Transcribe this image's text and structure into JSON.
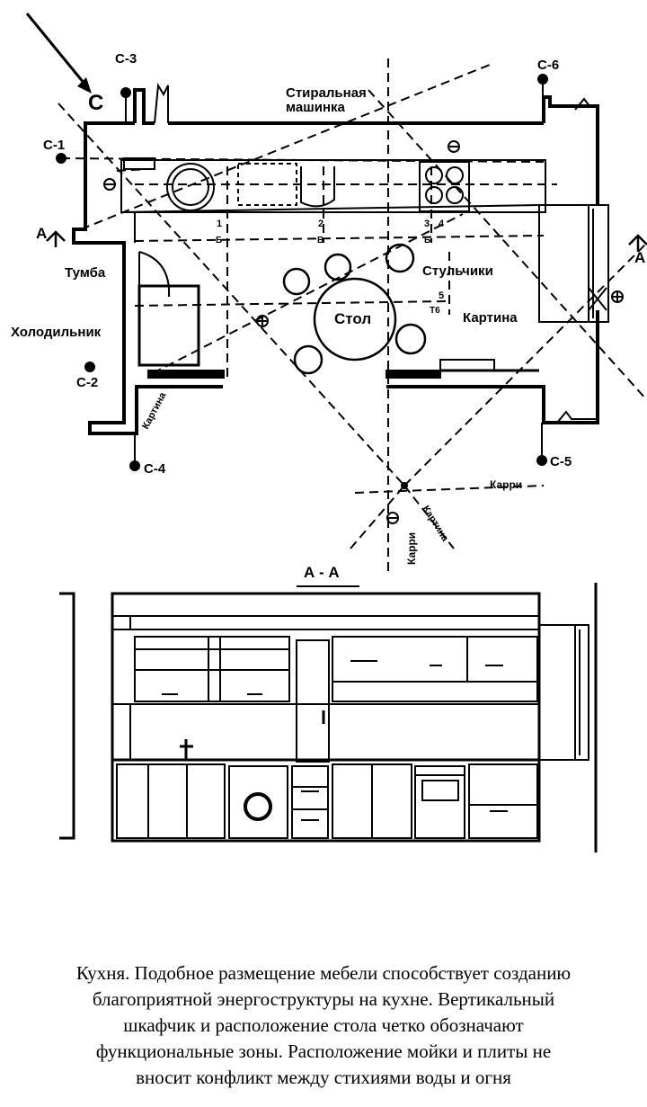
{
  "plan": {
    "north_label": "С",
    "markers": {
      "c1": "С-1",
      "c2": "С-2",
      "c3": "С-3",
      "c4": "С-4",
      "c5": "С-5",
      "c6": "С-6"
    },
    "section_marker": "А",
    "labels": {
      "washing_machine_line1": "Стиральная",
      "washing_machine_line2": "машинка",
      "stools": "Стульчики",
      "picture": "Картина",
      "table": "Стол",
      "pedestal": "Тумба",
      "fridge": "Холодильник",
      "picture_left": "Картина",
      "mirror_right": "Карри",
      "mirror_bottom": "Карри",
      "picture_bottom": "Картина"
    },
    "axis_numbers": [
      "1",
      "2",
      "3",
      "4",
      "5"
    ],
    "axis_letters": [
      "Б",
      "Б",
      "Б",
      "Т6"
    ]
  },
  "section": {
    "title": "А - А"
  },
  "caption": {
    "lines": [
      "Кухня. Подобное размещение мебели способствует созданию",
      "благоприятной энергоструктуры на кухне. Вертикальный",
      "шкафчик и расположение стола четко обозначают",
      "функциональные зоны. Расположение мойки и плиты не",
      "вносит конфликт между стихиями воды и огня"
    ]
  }
}
